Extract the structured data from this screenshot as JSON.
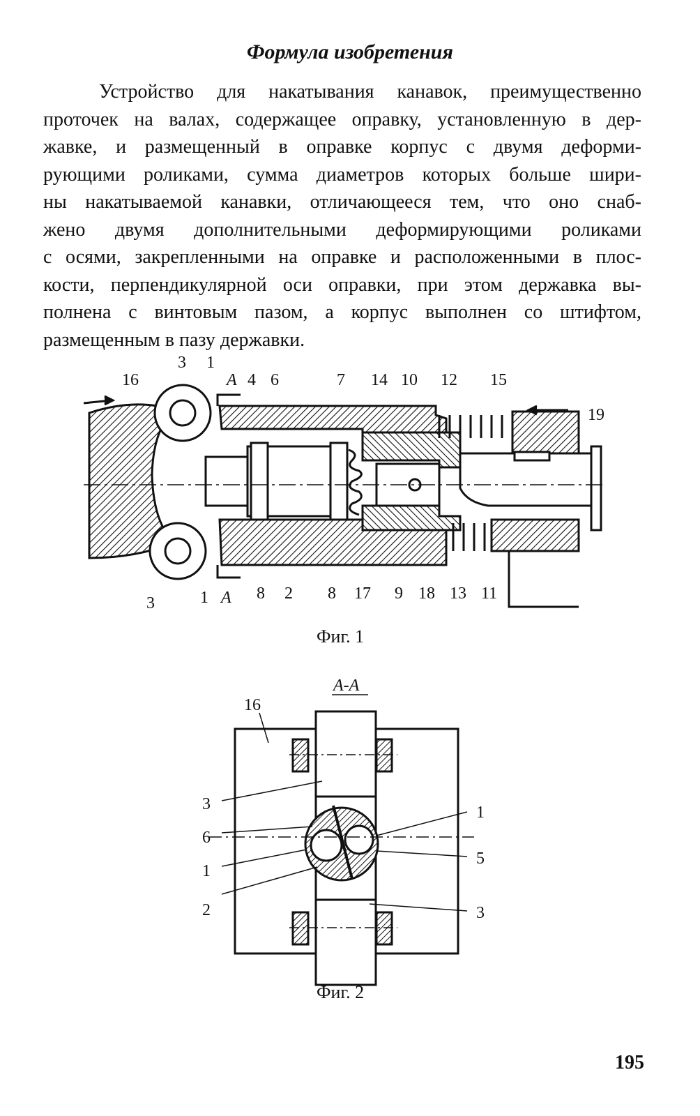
{
  "heading": "Формула изобретения",
  "paragraph_lines": [
    "Устройство для накатывания канавок, преимущественно",
    "проточек на валах, содержащее оправку, установленную в дер-",
    "жавке, и размещенный в оправке корпус с двумя деформи-",
    "рующими роликами, сумма диаметров которых больше шири-",
    "ны накатываемой канавки, отличающееся тем, что оно снаб-",
    "жено двумя дополнительными деформирующими роликами",
    "с осями, закрепленными на оправке и расположенными в плос-",
    "кости, перпендикулярной оси оправки, при этом державка вы-",
    "полнена с винтовым пазом, а корпус выполнен со штифтом,",
    "размещенным в пазу державки."
  ],
  "fig1": {
    "caption": "Фиг. 1",
    "labels_top": [
      "16",
      "3",
      "1",
      "А",
      "4",
      "6",
      "7",
      "14",
      "10",
      "12",
      "15",
      "19"
    ],
    "labels_bottom": [
      "3",
      "1",
      "А",
      "8",
      "2",
      "8",
      "17",
      "9",
      "18",
      "13",
      "11"
    ]
  },
  "fig2": {
    "caption": "Фиг. 2",
    "section_title": "А-А",
    "labels": [
      "16",
      "3",
      "6",
      "1",
      "2",
      "1",
      "5",
      "3"
    ]
  },
  "page_number": "195"
}
